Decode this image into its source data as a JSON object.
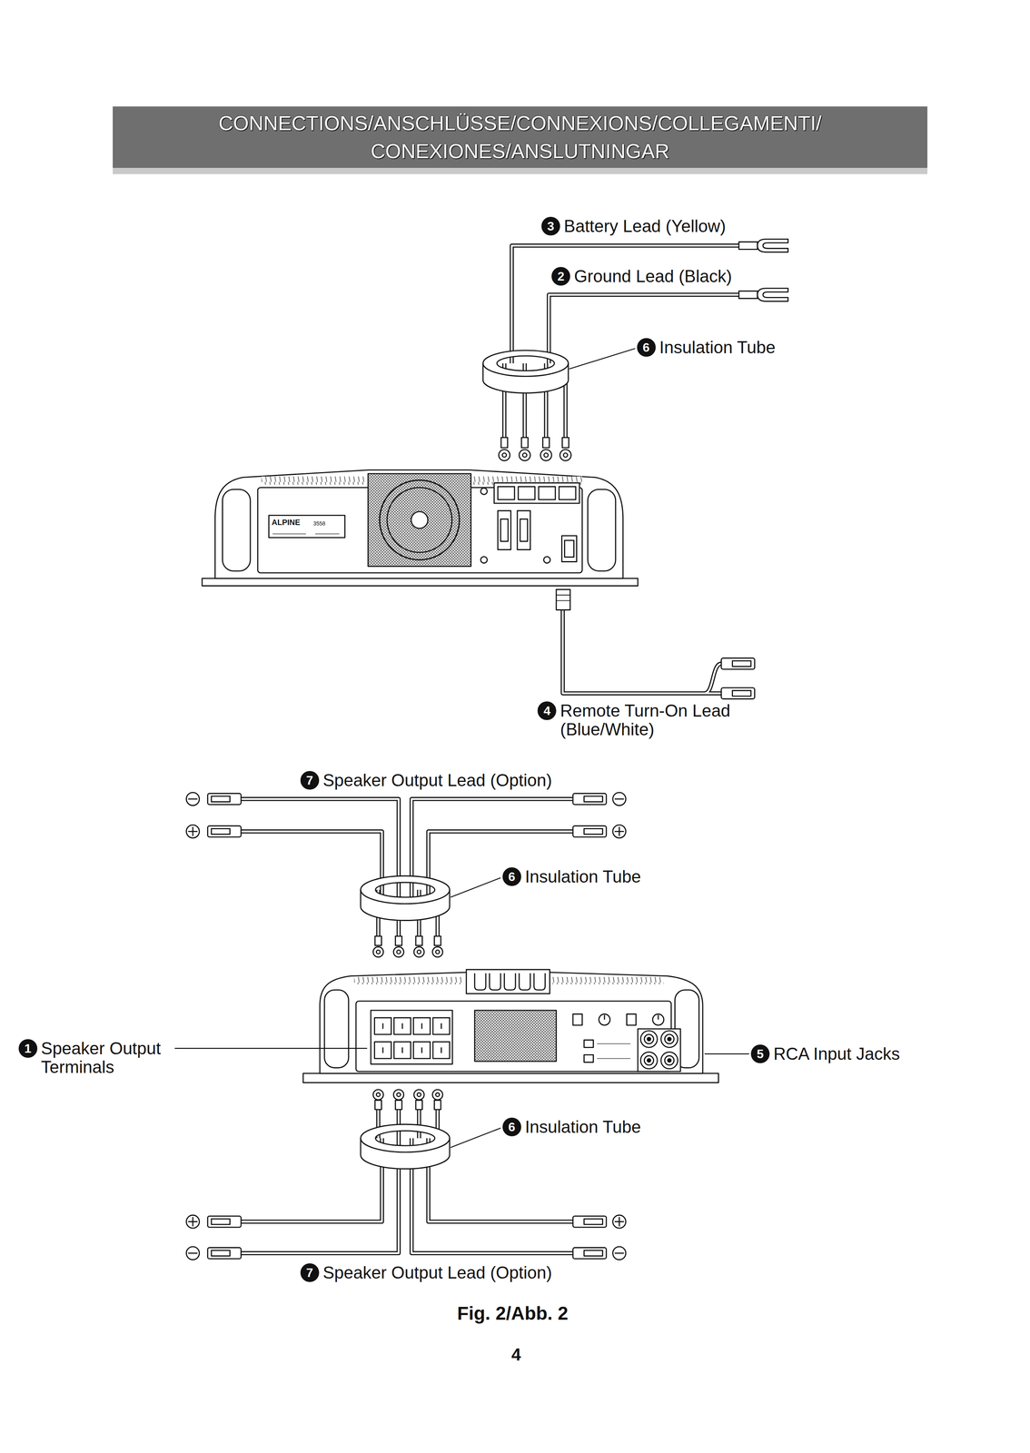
{
  "diagram": {
    "title": "CONNECTIONS/ANSCHLÜSSE/CONNEXIONS/COLLEGAMENTI/ CONEXIONES/ANSLUTNINGAR",
    "caption": "Fig. 2/Abb. 2",
    "nodes": [
      {
        "text": [
          "3",
          "Battery Lead (Yellow)"
        ]
      },
      {
        "text": [
          "2",
          "Ground Lead (Black)"
        ]
      },
      {
        "text": [
          "6",
          "Insulation Tube"
        ]
      },
      {
        "text": [
          "4",
          "Remote Turn-On Lead (Blue/White)"
        ]
      },
      {
        "text": [
          "7",
          "Speaker Output Lead (Option)"
        ]
      },
      {
        "text": [
          "6",
          "Insulation Tube"
        ]
      },
      {
        "text": [
          "1",
          "Speaker Output Terminals"
        ]
      },
      {
        "text": [
          "5",
          "RCA Input Jacks"
        ]
      },
      {
        "text": [
          "6",
          "Insulation Tube"
        ]
      },
      {
        "text": [
          "7",
          "Speaker Output Lead (Option)"
        ]
      }
    ],
    "labels": [
      "ALPINE",
      "3558",
      "4"
    ]
  }
}
